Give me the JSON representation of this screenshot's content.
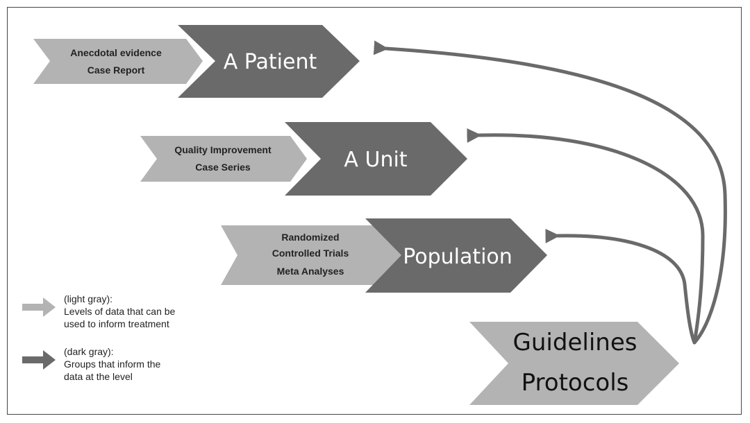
{
  "rows": [
    {
      "evidence": [
        "Anecdotal evidence",
        "Case Report"
      ],
      "group": "A Patient"
    },
    {
      "evidence": [
        "Quality Improvement",
        "Case Series"
      ],
      "group": "A Unit"
    },
    {
      "evidence": [
        "Randomized",
        "Controlled Trials",
        "Meta Analyses"
      ],
      "group": "Population"
    }
  ],
  "guidelines": [
    "Guidelines",
    "Protocols"
  ],
  "legend": {
    "light": [
      "(light gray):",
      "Levels of data that can be",
      "used to inform treatment"
    ],
    "dark": [
      "(dark gray):",
      "Groups that inform the",
      "data at the level"
    ]
  },
  "colors": {
    "light": "#b3b3b3",
    "dark": "#6a6a6a",
    "text_dark_chevron": "#ffffff"
  }
}
